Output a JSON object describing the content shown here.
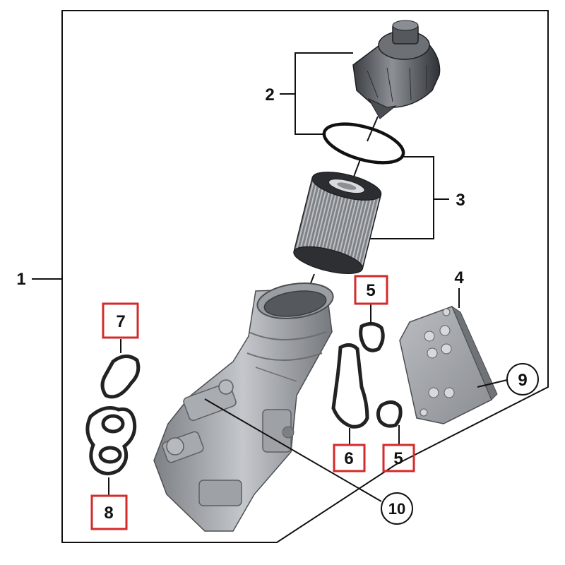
{
  "diagram": {
    "callouts": {
      "c1": "1",
      "c2": "2",
      "c3": "3",
      "c4": "4",
      "c5a": "5",
      "c5b": "5",
      "c6": "6",
      "c7": "7",
      "c8": "8",
      "c9": "9",
      "c10": "10"
    },
    "colors": {
      "highlight_box": "#d42a2a",
      "line": "#111111",
      "part_grey": "#8c8f93",
      "part_dark": "#3c3f43"
    }
  }
}
